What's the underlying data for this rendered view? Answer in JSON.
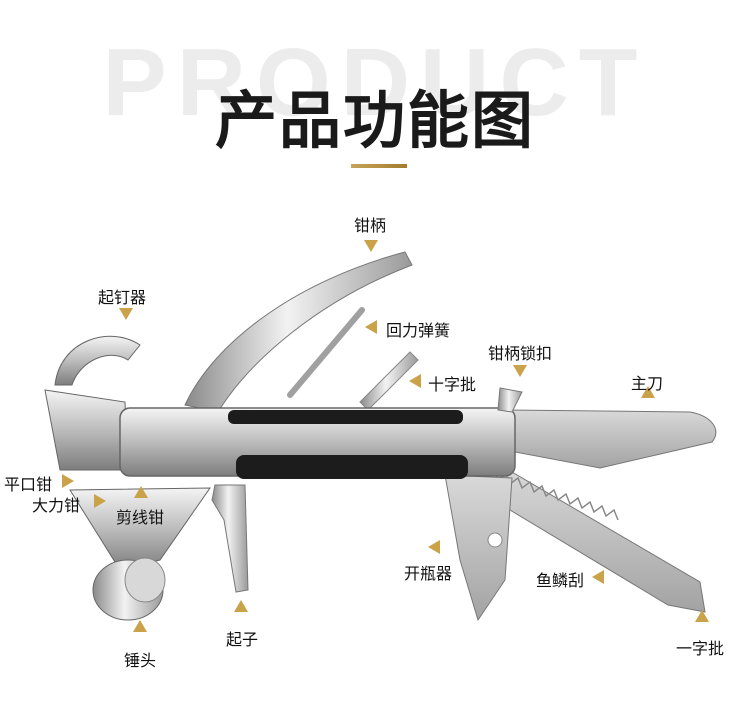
{
  "header": {
    "bg_word": "PRODUCT",
    "title": "产品功能图",
    "accent_color": "#b8923f"
  },
  "labels": {
    "handle": "钳柄",
    "claw": "起钉器",
    "spring": "回力弹簧",
    "lock": "钳柄锁扣",
    "phillips": "十字批",
    "blade": "主刀",
    "flat_pliers": "平口钳",
    "force_pliers": "大力钳",
    "cutter": "剪线钳",
    "bottle_opener": "开瓶器",
    "scaler": "鱼鳞刮",
    "screwdriver": "起子",
    "hammer": "锤头",
    "flat_head": "一字批"
  },
  "colors": {
    "steel_light": "#e6e6e6",
    "steel_dark": "#8c8c8c",
    "rubber": "#1c1c1c",
    "marker": "#c9a24a"
  }
}
